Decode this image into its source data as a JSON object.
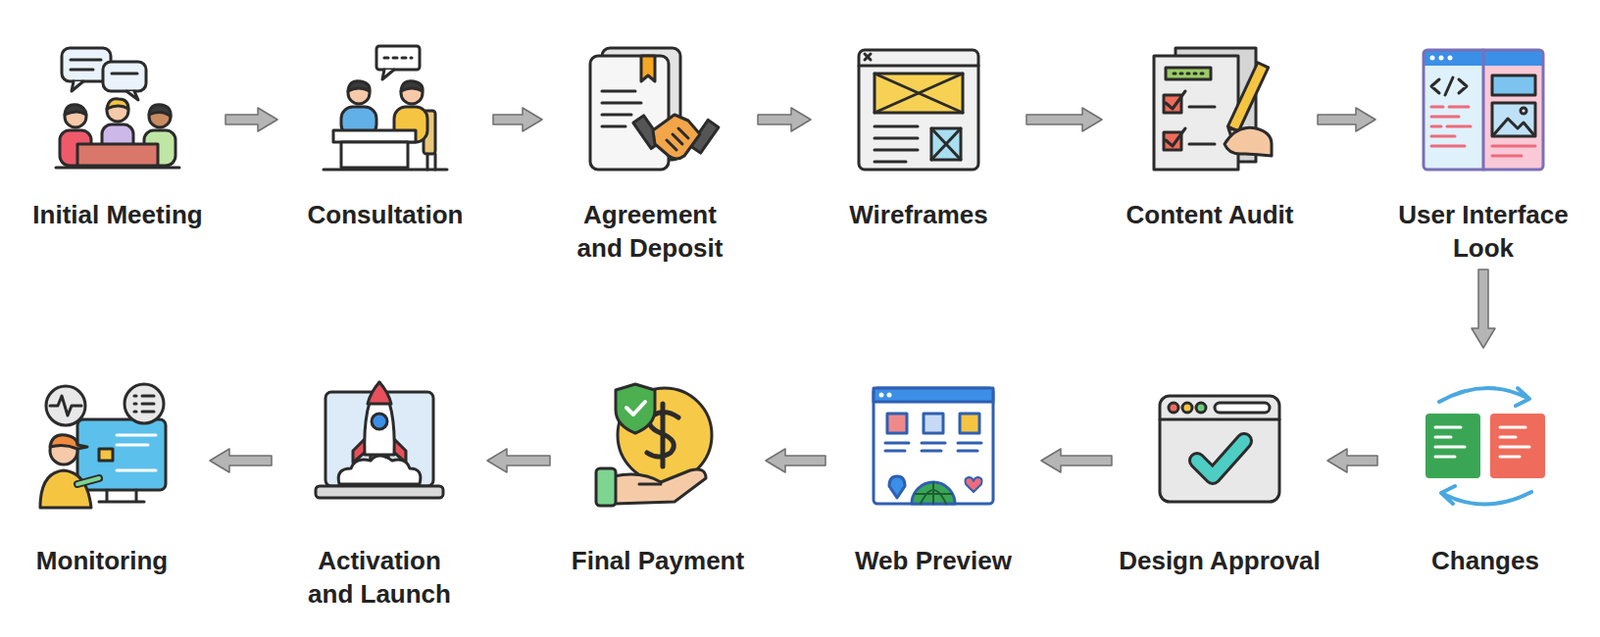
{
  "diagram": {
    "nodes": [
      {
        "text": [
          "Initial Meeting"
        ]
      },
      {
        "text": [
          "Consultation"
        ]
      },
      {
        "text": [
          "Agreement and Deposit"
        ]
      },
      {
        "text": [
          "Wireframes"
        ]
      },
      {
        "text": [
          "Content Audit"
        ]
      },
      {
        "text": [
          "User Interface Look"
        ]
      },
      {
        "text": [
          "Changes"
        ]
      },
      {
        "text": [
          "Design Approval"
        ]
      },
      {
        "text": [
          "Web Preview"
        ]
      },
      {
        "text": [
          "Final Payment"
        ]
      },
      {
        "text": [
          "Activation and Launch"
        ]
      },
      {
        "text": [
          "Monitoring"
        ]
      }
    ],
    "edges": [
      {
        "from": 0,
        "to": 1,
        "arrow": "to"
      },
      {
        "from": 1,
        "to": 2,
        "arrow": "to"
      },
      {
        "from": 2,
        "to": 3,
        "arrow": "to"
      },
      {
        "from": 3,
        "to": 4,
        "arrow": "to"
      },
      {
        "from": 4,
        "to": 5,
        "arrow": "to"
      },
      {
        "from": 5,
        "to": 6,
        "arrow": "to"
      },
      {
        "from": 6,
        "to": 7,
        "arrow": "to"
      },
      {
        "from": 7,
        "to": 8,
        "arrow": "to"
      },
      {
        "from": 8,
        "to": 9,
        "arrow": "to"
      },
      {
        "from": 9,
        "to": 10,
        "arrow": "to"
      },
      {
        "from": 10,
        "to": 11,
        "arrow": "to"
      }
    ]
  }
}
